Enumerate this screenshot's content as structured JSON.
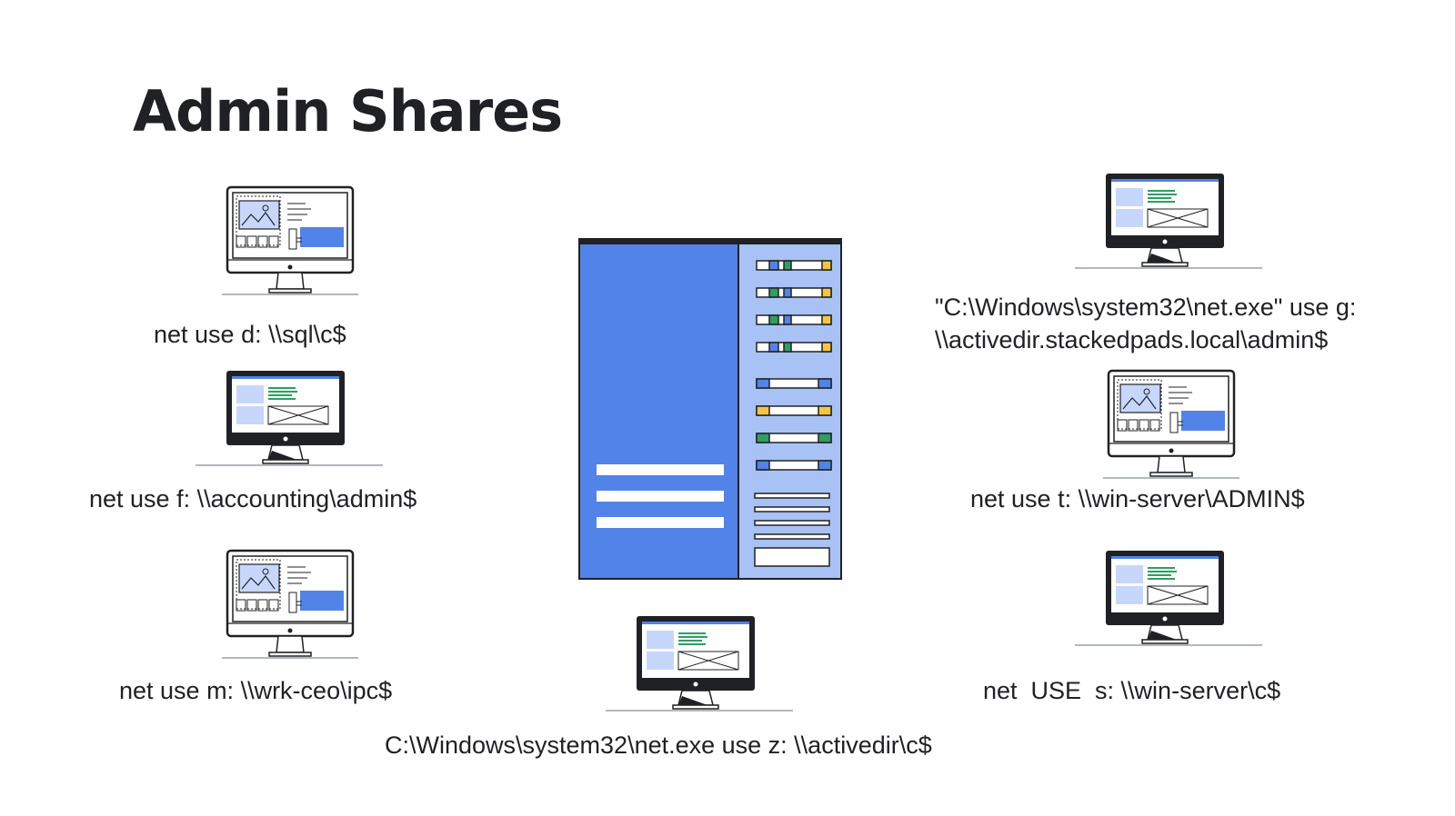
{
  "title": "Admin Shares",
  "commands": {
    "sql": "net use d: \\\\sql\\c$",
    "accounting": "net use f: \\\\accounting\\admin$",
    "wrk_ceo": "net use m: \\\\wrk-ceo\\ipc$",
    "activedir_z": "C:\\Windows\\system32\\net.exe use z: \\\\activedir\\c$",
    "activedir_g_line1": "\"C:\\Windows\\system32\\net.exe\" use g:",
    "activedir_g_line2": "\\\\activedir.stackedpads.local\\admin$",
    "win_server_t": "net use t: \\\\win-server\\ADMIN$",
    "win_server_s": "net  USE  s: \\\\win-server\\c$"
  },
  "icons": {
    "client": "computer-monitor-icon",
    "server": "server-rack-icon"
  },
  "colors": {
    "server_blue": "#5283e8",
    "server_side": "#a9c2f5",
    "accent_green": "#2e9e62",
    "accent_yellow": "#f4c542",
    "screen_light": "#c6d7fb"
  }
}
